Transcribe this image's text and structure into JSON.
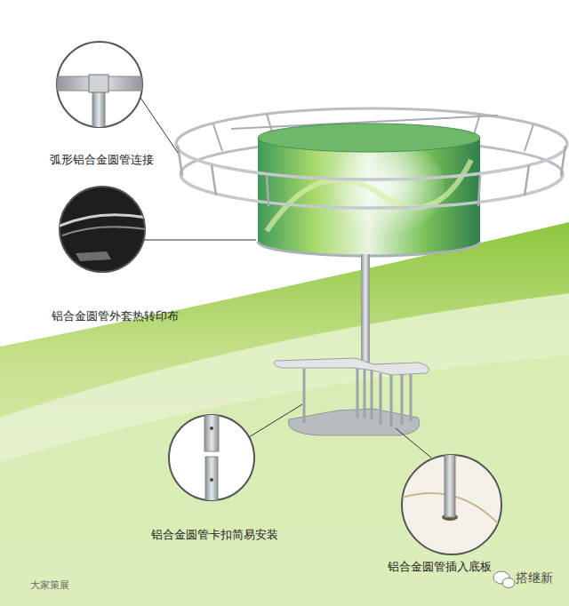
{
  "diagram": {
    "labels": [
      "弧形铝合金圆管连接",
      "铝合金圆管外套热转印布",
      "铝合金圆管卡扣简易安装",
      "铝合金圆管插入底板",
      "大家策展",
      "搭继新"
    ]
  }
}
